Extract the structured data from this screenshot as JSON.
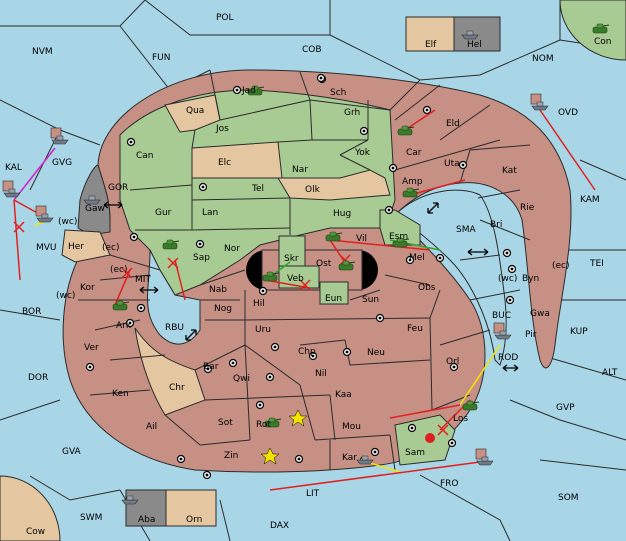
{
  "colors": {
    "sea": "#a9d6e6",
    "red": "#c69085",
    "green": "#a8cb94",
    "tan": "#e4c7a1",
    "grey": "#8a8a8a",
    "move_red": "#e02020",
    "move_yellow": "#f2e600",
    "move_magenta": "#d11fd1",
    "move_green": "#2da82d"
  },
  "sea_labels": {
    "pol": "POL",
    "nvm": "NVM",
    "fun": "FUN",
    "cob": "COB",
    "nom": "NOM",
    "ovd": "OVD",
    "kam": "KAM",
    "kal": "KAL",
    "gvg": "GVG",
    "gor": "GOR",
    "mvu": "MVU",
    "mvu_wc": "(wc)",
    "bor": "BOR",
    "mit": "MIT",
    "mit_ec": "(ec)",
    "rbu": "RBU",
    "dor": "DOR",
    "gva": "GVA",
    "swm": "SWM",
    "cow": "Cow",
    "dax": "DAX",
    "lit": "LIT",
    "fro": "FRO",
    "som": "SOM",
    "gvp": "GVP",
    "alt": "ALT",
    "kup": "KUP",
    "tei": "TEI",
    "sma": "SMA",
    "buc": "BUC",
    "rod": "ROD",
    "con": "Con"
  },
  "land_labels": {
    "jad": "Jad",
    "sch": "Sch",
    "qua": "Qua",
    "jos": "Jos",
    "grh": "Grh",
    "eld": "Eld",
    "can": "Can",
    "elc": "Elc",
    "nar": "Nar",
    "yok": "Yok",
    "car": "Car",
    "uta": "Uta",
    "kat": "Kat",
    "gaw": "Gaw",
    "gur": "Gur",
    "tel": "Tel",
    "olk": "Olk",
    "amp": "Amp",
    "rie": "Rie",
    "lan": "Lan",
    "hug": "Hug",
    "bri": "Bri",
    "her": "Her",
    "her_ec": "(ec)",
    "nor": "Nor",
    "skr": "Skr",
    "vil": "Vil",
    "esm": "Esm",
    "sap": "Sap",
    "veb": "Veb",
    "ost": "Ost",
    "mel": "Mel",
    "byn": "Byn",
    "byn_wc": "(wc)",
    "byn_ec": "(ec)",
    "kor": "Kor",
    "kor_wc": "(wc)",
    "nab": "Nab",
    "hil": "Hil",
    "eun": "Eun",
    "sun": "Sun",
    "obs": "Obs",
    "gwa": "Gwa",
    "ark": "Ark",
    "nog": "Nog",
    "uru": "Uru",
    "feu": "Feu",
    "pir": "Pir",
    "ver": "Ver",
    "bar": "Bar",
    "chp": "Chp",
    "neu": "Neu",
    "orl": "Orl",
    "qwi": "Qwi",
    "nil": "Nil",
    "chr": "Chr",
    "ken": "Ken",
    "kaa": "Kaa",
    "los": "Los",
    "rot": "Rot",
    "ail": "Ail",
    "sot": "Sot",
    "mou": "Mou",
    "sam": "Sam",
    "zin": "Zin",
    "kar": "Kar",
    "elf": "Elf",
    "hel": "Hel",
    "aba": "Aba",
    "orn": "Orn"
  },
  "units": [
    {
      "kind": "army",
      "at": "Jad"
    },
    {
      "kind": "army",
      "at": "Car"
    },
    {
      "kind": "army",
      "at": "Amp"
    },
    {
      "kind": "army",
      "at": "Sap"
    },
    {
      "kind": "army",
      "at": "Vil"
    },
    {
      "kind": "army",
      "at": "Ost"
    },
    {
      "kind": "army",
      "at": "Veb"
    },
    {
      "kind": "army",
      "at": "Esm"
    },
    {
      "kind": "army",
      "at": "Ark"
    },
    {
      "kind": "army",
      "at": "Rot"
    },
    {
      "kind": "army",
      "at": "Los"
    },
    {
      "kind": "fleet",
      "at": "KAL"
    },
    {
      "kind": "fleet",
      "at": "GVG"
    },
    {
      "kind": "fleet",
      "at": "MVU"
    },
    {
      "kind": "fleet",
      "at": "OVD"
    },
    {
      "kind": "fleet",
      "at": "ROD"
    },
    {
      "kind": "fleet",
      "at": "Gaw"
    },
    {
      "kind": "fleet",
      "at": "Kar"
    },
    {
      "kind": "fleet",
      "at": "FRO"
    },
    {
      "kind": "fleet",
      "at": "Hel"
    },
    {
      "kind": "fleet",
      "at": "Aba"
    },
    {
      "kind": "army",
      "at": "Con"
    }
  ]
}
